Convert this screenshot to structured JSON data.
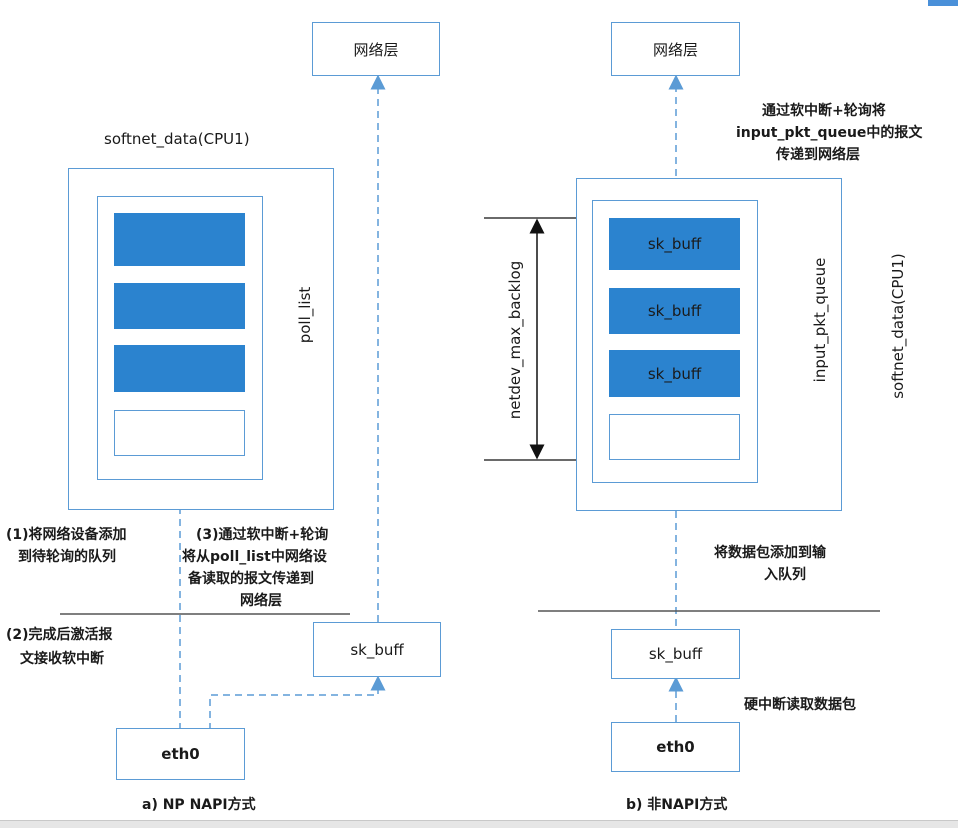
{
  "left": {
    "network_layer": "网络层",
    "softnet_title": "softnet_data(CPU1)",
    "poll_list": "poll_list",
    "step1": [
      "(1)将网络设备添加",
      "到待轮询的队列"
    ],
    "step3": [
      "(3)通过软中断+轮询",
      "将从poll_list中网络设",
      "备读取的报文传递到",
      "网络层"
    ],
    "step2": [
      "(2)完成后激活报",
      "文接收软中断"
    ],
    "sk_buff": "sk_buff",
    "eth0": "eth0",
    "caption": "a) NP NAPI方式"
  },
  "right": {
    "network_layer": "网络层",
    "transfer_note": [
      "通过软中断+轮询将",
      "input_pkt_queue中的报文",
      "传递到网络层"
    ],
    "backlog_label": "netdev_max_backlog",
    "queue_items": [
      "sk_buff",
      "sk_buff",
      "sk_buff"
    ],
    "input_pkt_queue": "input_pkt_queue",
    "softnet_title": "softnet_data(CPU1)",
    "enqueue_note": [
      "将数据包添加到输",
      "入队列"
    ],
    "sk_buff": "sk_buff",
    "hw_note": "硬中断读取数据包",
    "eth0": "eth0",
    "caption": "b) 非NAPI方式"
  },
  "colors": {
    "box_border": "#5b9bd5",
    "block_fill": "#2b83cf",
    "arrow": "#5b9bd5"
  }
}
